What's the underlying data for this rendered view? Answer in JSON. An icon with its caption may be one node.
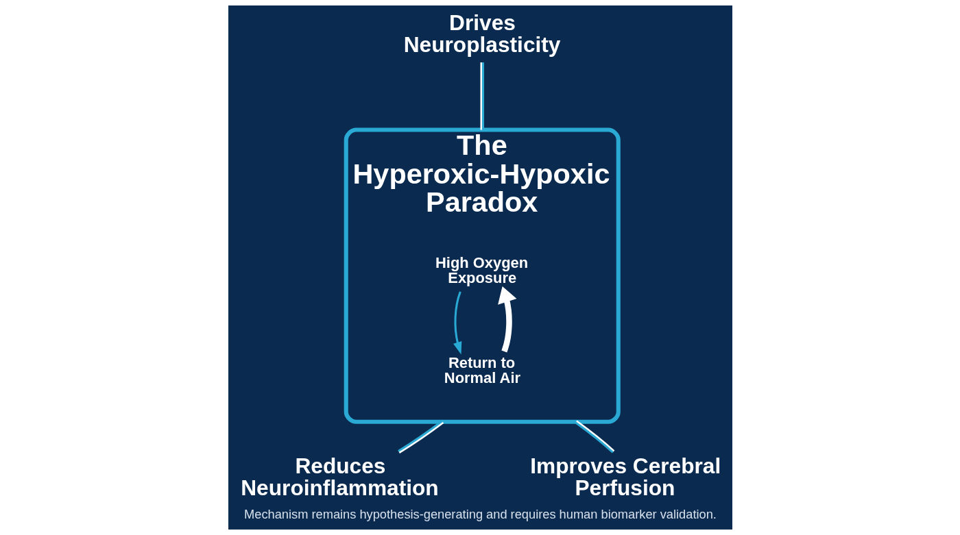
{
  "diagram": {
    "caption": "Mechanism remains hypothesis-generating and requires human biomarker validation.",
    "nodes": [
      {
        "text": [
          "The Hyperoxic-Hypoxic Paradox"
        ]
      },
      {
        "text": [
          "High Oxygen Exposure"
        ],
        "in": 0
      },
      {
        "text": [
          "Return to Normal Air"
        ],
        "in": 0
      },
      {
        "text": [
          "Drives Neuroplasticity"
        ]
      },
      {
        "text": [
          "Reduces Neuroinflammation"
        ]
      },
      {
        "text": [
          "Improves Cerebral Perfusion"
        ]
      }
    ],
    "edges": [
      {
        "from": 1,
        "to": 2,
        "arrow": "to",
        "color": "#29a9d3"
      },
      {
        "from": 2,
        "to": 1,
        "arrow": "to",
        "style": "thick",
        "color": "#ffffff"
      },
      {
        "from": 3,
        "to": 0,
        "arrow": "none"
      },
      {
        "from": 4,
        "to": 0,
        "arrow": "none"
      },
      {
        "from": 5,
        "to": 0,
        "arrow": "none"
      }
    ]
  }
}
